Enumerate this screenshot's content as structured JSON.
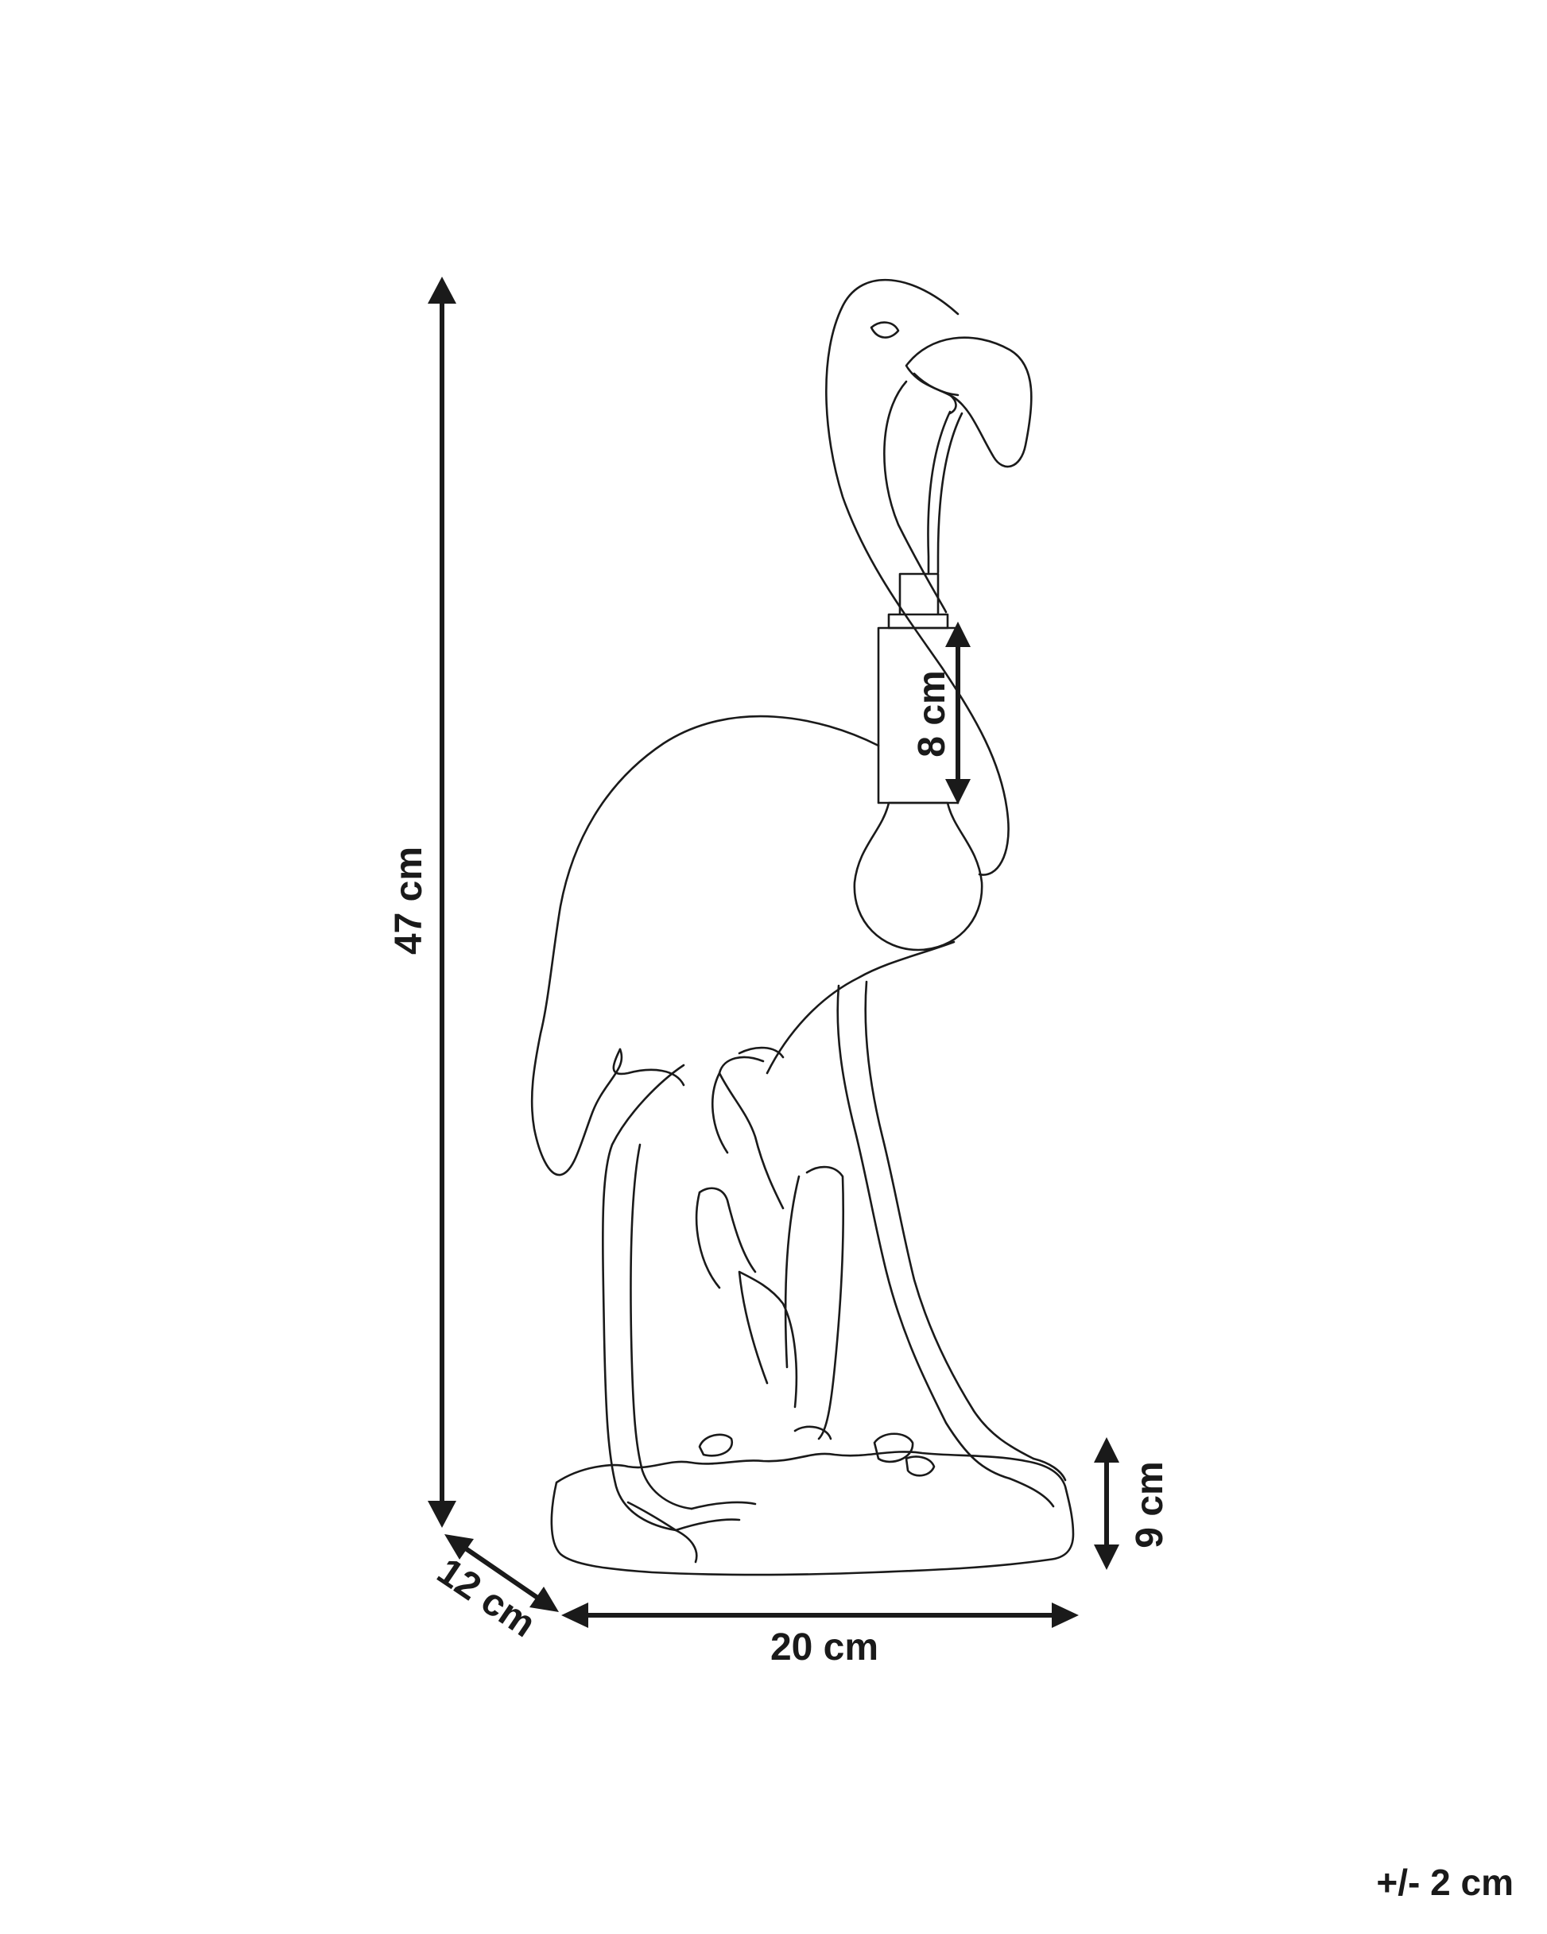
{
  "dimensions": {
    "height": "47 cm",
    "width": "20 cm",
    "depth": "12 cm",
    "socket_height": "8 cm",
    "base_height": "9 cm"
  },
  "tolerance": "+/- 2 cm",
  "colors": {
    "line": "#1a1a1a",
    "background": "#ffffff"
  }
}
